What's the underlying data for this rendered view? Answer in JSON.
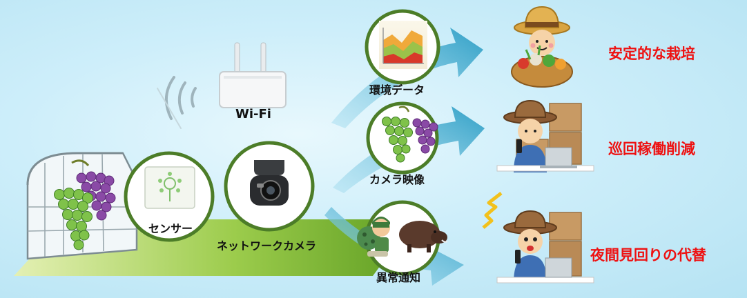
{
  "labels": {
    "wifi": "Wi-Fi",
    "sensor": "センサー",
    "camera": "ネットワークカメラ",
    "env_data": "環境データ",
    "camera_video": "カメラ映像",
    "alert": "異常通知"
  },
  "results": [
    "安定的な栽培",
    "巡回稼働削減",
    "夜間見回りの代替"
  ],
  "colors": {
    "result_text": "#ee1111",
    "circle_border": "#4c7d28",
    "arrow": "#3aa7c8",
    "platform": "#79b52e",
    "background": "#cdeefa"
  }
}
